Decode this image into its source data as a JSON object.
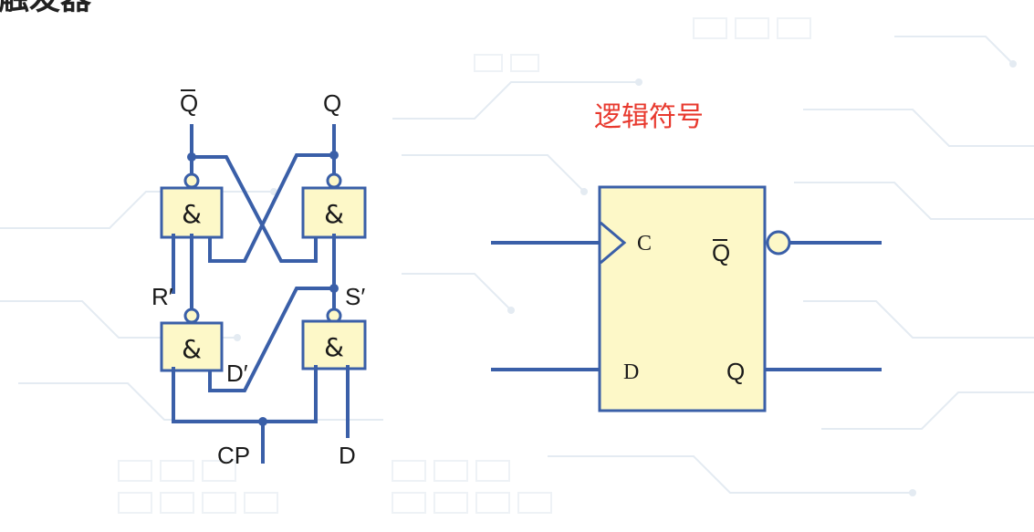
{
  "heading": "触发器",
  "circuit": {
    "gate_symbol": "&",
    "labels": {
      "q_bar": "Q",
      "q": "Q",
      "r_prime": "R′",
      "s_prime": "S′",
      "d_prime": "D′",
      "cp": "CP",
      "d": "D"
    }
  },
  "logic_symbol": {
    "title": "逻辑符号",
    "pins": {
      "clock": "C",
      "q_bar": "Q",
      "data": "D",
      "q": "Q"
    }
  },
  "colors": {
    "wire": "#3a5fa8",
    "gate_fill": "#fdf8c8",
    "title": "#e8392e"
  }
}
